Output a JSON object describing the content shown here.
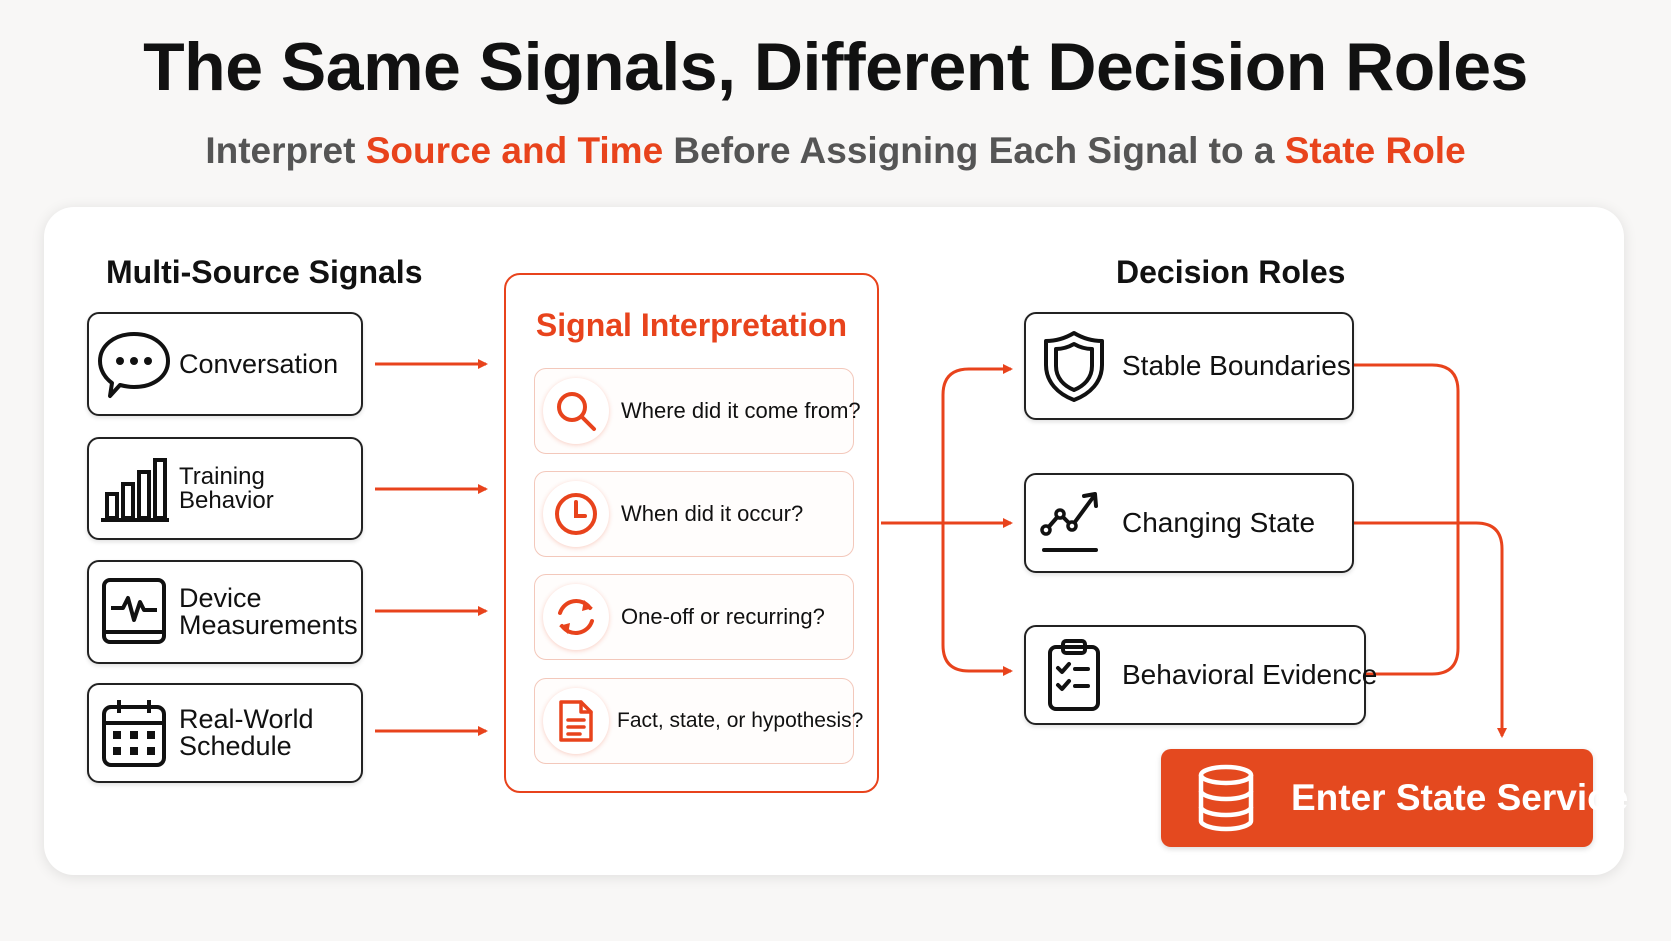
{
  "title": "The Same Signals, Different Decision Roles",
  "subtitle": {
    "part1": "Interpret ",
    "highlight1": "Source and Time",
    "part2": " Before Assigning Each Signal to a ",
    "highlight2": "State Role"
  },
  "colors": {
    "accent": "#e8431c",
    "text": "#111111",
    "subtitle_gray": "#555555"
  },
  "sources": {
    "heading": "Multi-Source Signals",
    "items": [
      {
        "label_lines": [
          "Conversation"
        ],
        "icon": "chat-bubble-icon"
      },
      {
        "label_lines": [
          "Training Behavior"
        ],
        "icon": "bar-chart-icon"
      },
      {
        "label_lines": [
          "Device",
          "Measurements"
        ],
        "icon": "heart-monitor-icon"
      },
      {
        "label_lines": [
          "Real-World",
          "Schedule"
        ],
        "icon": "calendar-icon"
      }
    ]
  },
  "interpretation": {
    "title": "Signal Interpretation",
    "questions": [
      {
        "text": "Where did it come from?",
        "icon": "magnifier-icon"
      },
      {
        "text": "When did it occur?",
        "icon": "clock-icon"
      },
      {
        "text": "One-off or recurring?",
        "icon": "refresh-icon"
      },
      {
        "text": "Fact, state, or hypothesis?",
        "icon": "document-icon"
      }
    ]
  },
  "roles": {
    "heading": "Decision Roles",
    "items": [
      {
        "label": "Stable Boundaries",
        "icon": "shield-icon"
      },
      {
        "label": "Changing State",
        "icon": "trend-line-icon"
      },
      {
        "label": "Behavioral Evidence",
        "icon": "clipboard-checklist-icon"
      }
    ]
  },
  "output": {
    "label": "Enter State Service",
    "icon": "database-icon"
  }
}
